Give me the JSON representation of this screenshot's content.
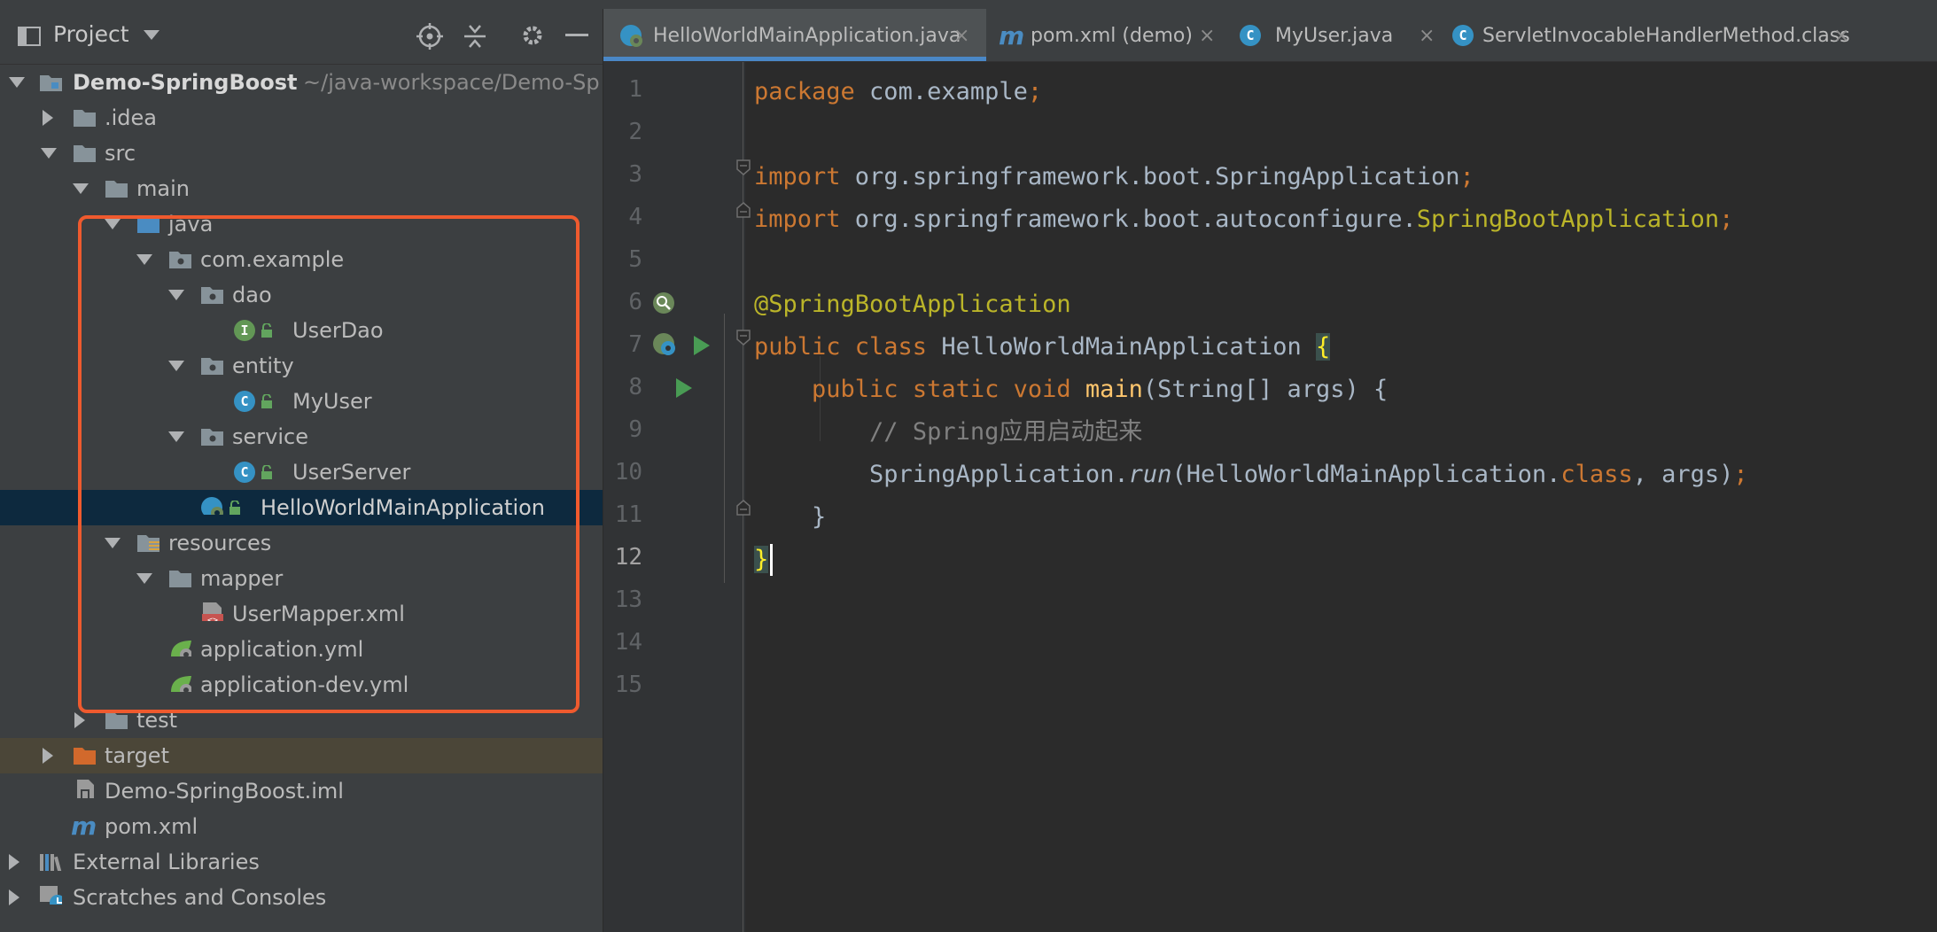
{
  "project_panel": {
    "title": "Project",
    "tree": [
      {
        "label": "Demo-SpringBoost",
        "path": "~/java-workspace/Demo-Sp"
      },
      {
        "label": ".idea"
      },
      {
        "label": "src"
      },
      {
        "label": "main"
      },
      {
        "label": "java"
      },
      {
        "label": "com.example"
      },
      {
        "label": "dao"
      },
      {
        "label": "UserDao",
        "badge": "I"
      },
      {
        "label": "entity"
      },
      {
        "label": "MyUser",
        "badge": "C"
      },
      {
        "label": "service"
      },
      {
        "label": "UserServer",
        "badge": "C"
      },
      {
        "label": "HelloWorldMainApplication"
      },
      {
        "label": "resources"
      },
      {
        "label": "mapper"
      },
      {
        "label": "UserMapper.xml"
      },
      {
        "label": "application.yml"
      },
      {
        "label": "application-dev.yml"
      },
      {
        "label": "test"
      },
      {
        "label": "target"
      },
      {
        "label": "Demo-SpringBoost.iml"
      },
      {
        "label": "pom.xml",
        "badge": "m"
      },
      {
        "label": "External Libraries"
      },
      {
        "label": "Scratches and Consoles"
      }
    ]
  },
  "editor": {
    "tabs": [
      {
        "label": "HelloWorldMainApplication.java",
        "active": true
      },
      {
        "label": "pom.xml (demo)",
        "badge": "m"
      },
      {
        "label": "MyUser.java",
        "badge": "C"
      },
      {
        "label": "ServletInvocableHandlerMethod.class",
        "badge": "C"
      }
    ],
    "close_glyph": "×",
    "line_numbers": [
      "1",
      "2",
      "3",
      "4",
      "5",
      "6",
      "7",
      "8",
      "9",
      "10",
      "11",
      "12",
      "13",
      "14",
      "15"
    ],
    "current_line": "12",
    "code": {
      "l1_kw": "package",
      "l1_rest": " com.example",
      "l1_semi": ";",
      "l3_kw": "import",
      "l3_rest": " org.springframework.boot.SpringApplication",
      "l3_semi": ";",
      "l4_kw": "import",
      "l4_rest": " org.springframework.boot.autoconfigure.",
      "l4_ann": "SpringBootApplication",
      "l4_semi": ";",
      "l6_ann": "@SpringBootApplication",
      "l7_kw": "public class",
      "l7_name": " HelloWorldMainApplication ",
      "l7_brace": "{",
      "l8_kw": "public static void",
      "l8_fn": " main",
      "l8_rest": "(String[] args) {",
      "l9_comment": "// Spring应用启动起来",
      "l10_a": "SpringApplication.",
      "l10_run": "run",
      "l10_b": "(HelloWorldMainApplication.",
      "l10_kw": "class",
      "l10_c": ", args)",
      "l10_semi": ";",
      "l11": "}",
      "l12": "}"
    }
  },
  "colors": {
    "accent": "#4a88c7",
    "highlight_box": "#ef5a2e",
    "keyword": "#cc7832",
    "annotation": "#bbb529",
    "function": "#ffc66d",
    "comment": "#808080",
    "folder": "#87939a",
    "source_folder": "#4a8cc2",
    "interface_badge": "#629755",
    "class_badge": "#3592c4"
  }
}
